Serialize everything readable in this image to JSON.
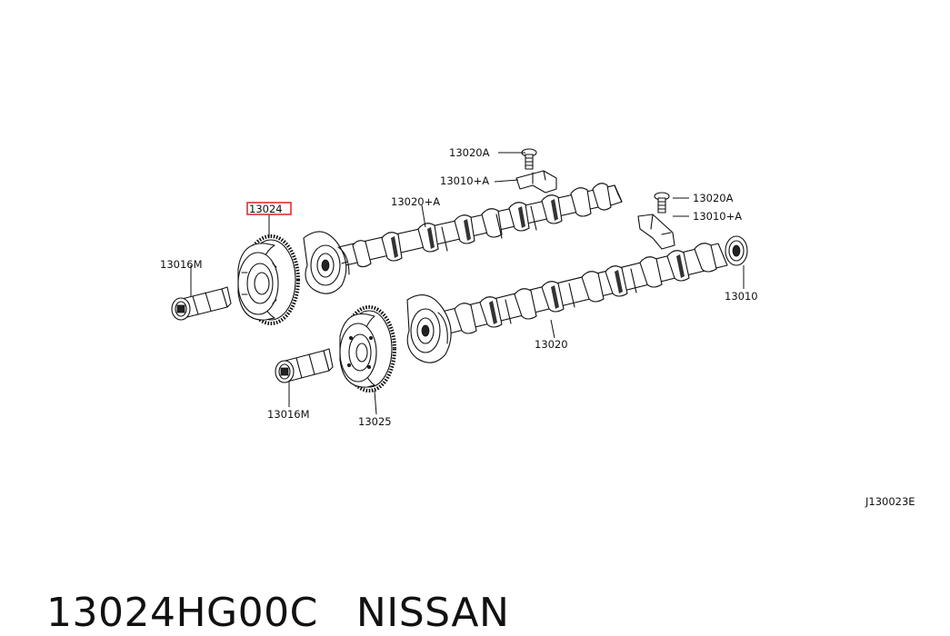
{
  "diagram": {
    "labels": {
      "highlighted_part": "13024",
      "intake_camshaft": "13020+A",
      "exhaust_camshaft": "13020",
      "bolt_upper": "13020A",
      "bracket_upper": "13010+A",
      "bolt_right": "13020A",
      "bracket_right": "13010+A",
      "seal": "13010",
      "solenoid_upper": "13016M",
      "solenoid_lower": "13016M",
      "sprocket_lower": "13025",
      "drawing_code": "J130023E"
    },
    "highlight_color": "#e0302e",
    "line_color": "#111111"
  },
  "footer": {
    "part_number": "13024HG00C",
    "brand": "NISSAN"
  }
}
